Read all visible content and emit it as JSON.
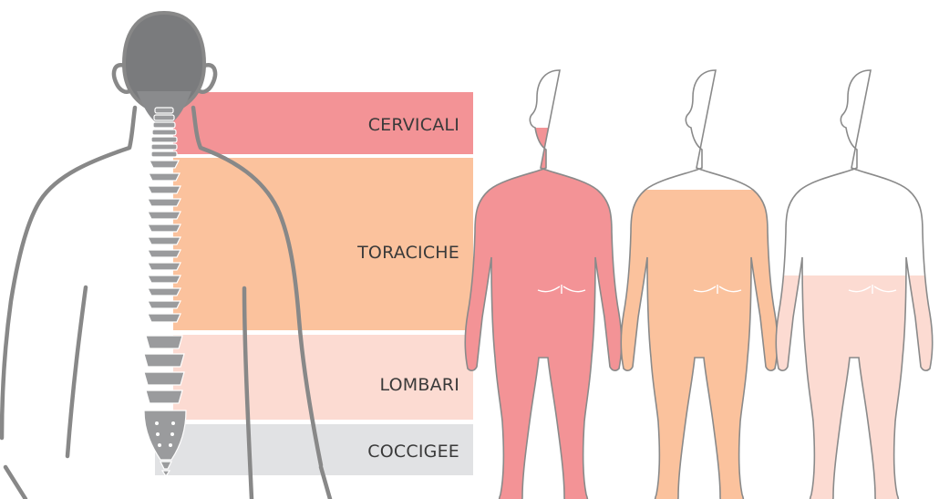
{
  "colors": {
    "cervical": "#f39396",
    "thoracic": "#fbc29d",
    "lumbar": "#fcdbd2",
    "coccygeal": "#e1e2e4",
    "outline": "#888888",
    "skull": "#7a7b7d",
    "bone": "#9a9b9d",
    "seam": "#ffffff"
  },
  "regions": [
    {
      "id": "cervical",
      "label": "CERVICALI",
      "color": "#f39396"
    },
    {
      "id": "thoracic",
      "label": "TORACICHE",
      "color": "#fbc29d"
    },
    {
      "id": "lumbar",
      "label": "LOMBARI",
      "color": "#fcdbd2"
    },
    {
      "id": "coccygeal",
      "label": "COCCIGEE",
      "color": "#e1e2e4"
    }
  ],
  "figures": [
    {
      "id": "figure-cervical",
      "region": "cervical",
      "fill": "#f39396"
    },
    {
      "id": "figure-thoracic",
      "region": "thoracic",
      "fill": "#fbc29d"
    },
    {
      "id": "figure-lumbar",
      "region": "lumbar",
      "fill": "#fcdbd2"
    }
  ]
}
